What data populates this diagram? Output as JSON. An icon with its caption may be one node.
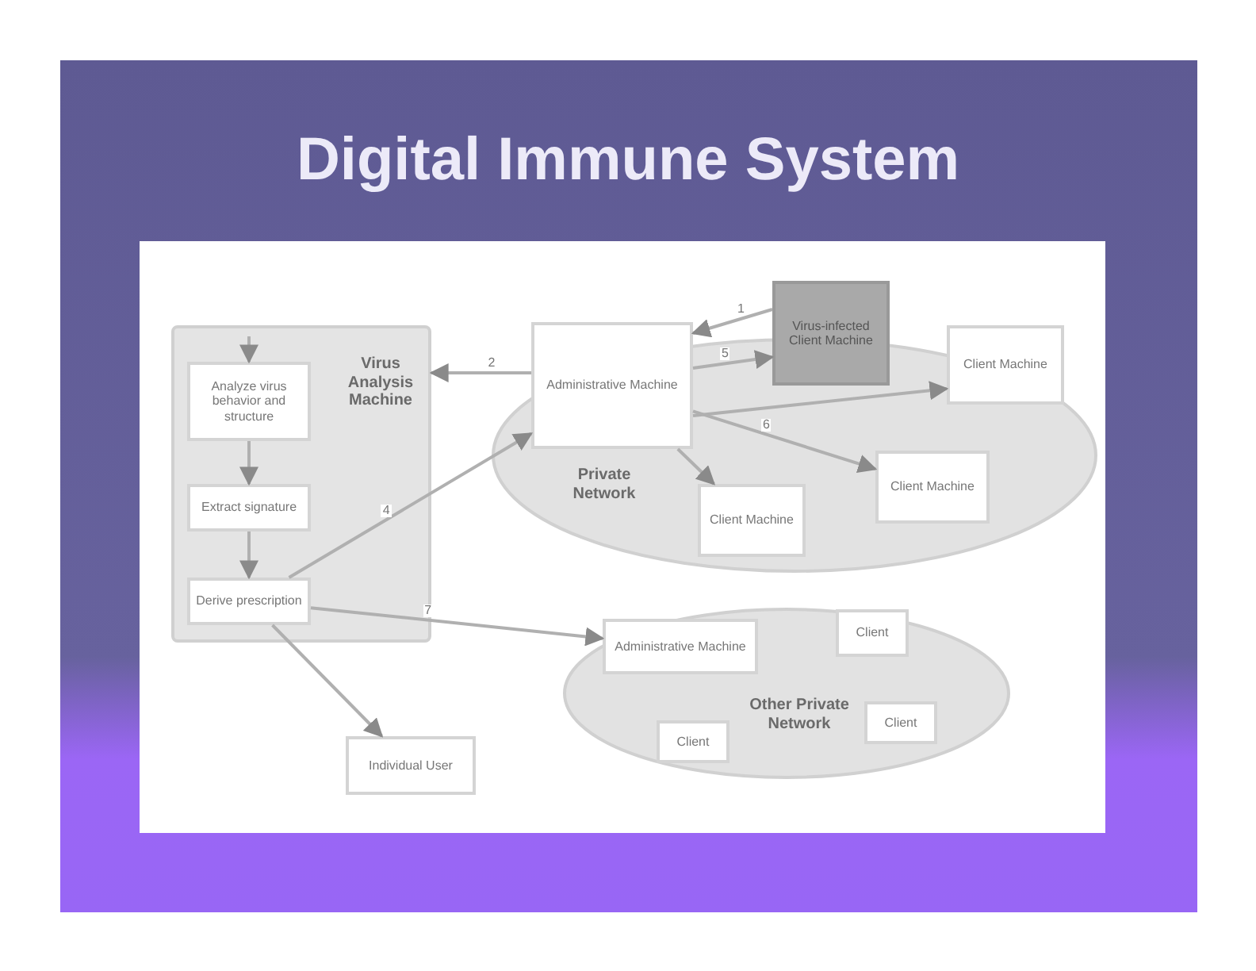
{
  "diagram": {
    "title": "Digital Immune System",
    "nodes": [
      {
        "text": [
          "Virus Analysis Machine"
        ]
      },
      {
        "text": [
          "Analyze virus behavior and structure"
        ],
        "in": 0
      },
      {
        "text": [
          "Extract signature"
        ],
        "in": 0
      },
      {
        "text": [
          "Derive prescription"
        ],
        "in": 0
      },
      {
        "text": [
          "Private Network"
        ]
      },
      {
        "text": [
          "Administrative Machine"
        ],
        "in": 4
      },
      {
        "text": [
          "Virus-infected Client Machine"
        ]
      },
      {
        "text": [
          "Client Machine"
        ]
      },
      {
        "text": [
          "Client Machine"
        ],
        "in": 4
      },
      {
        "text": [
          "Client Machine"
        ],
        "in": 4
      },
      {
        "text": [
          "Other Private Network"
        ]
      },
      {
        "text": [
          "Administrative Machine"
        ],
        "in": 10
      },
      {
        "text": [
          "Client"
        ],
        "in": 10
      },
      {
        "text": [
          "Client"
        ],
        "in": 10
      },
      {
        "text": [
          "Client"
        ],
        "in": 10
      },
      {
        "text": [
          "Individual User"
        ]
      }
    ],
    "edges": [
      {
        "from": 6,
        "to": 5,
        "arrow": "to",
        "label": "1"
      },
      {
        "from": 5,
        "to": 0,
        "arrow": "to",
        "label": "2"
      },
      {
        "from": null,
        "to": 1,
        "arrow": "to"
      },
      {
        "from": 1,
        "to": 2,
        "arrow": "to"
      },
      {
        "from": 2,
        "to": 3,
        "arrow": "to"
      },
      {
        "from": 3,
        "to": 5,
        "arrow": "to",
        "label": "4"
      },
      {
        "from": 5,
        "to": 6,
        "arrow": "to",
        "label": "5"
      },
      {
        "from": 5,
        "to": 7,
        "arrow": "to"
      },
      {
        "from": 5,
        "to": 8,
        "arrow": "to"
      },
      {
        "from": 5,
        "to": 9,
        "arrow": "to",
        "label": "6"
      },
      {
        "from": 3,
        "to": 11,
        "arrow": "to",
        "label": "7"
      },
      {
        "from": 3,
        "to": 15,
        "arrow": "to"
      }
    ]
  }
}
